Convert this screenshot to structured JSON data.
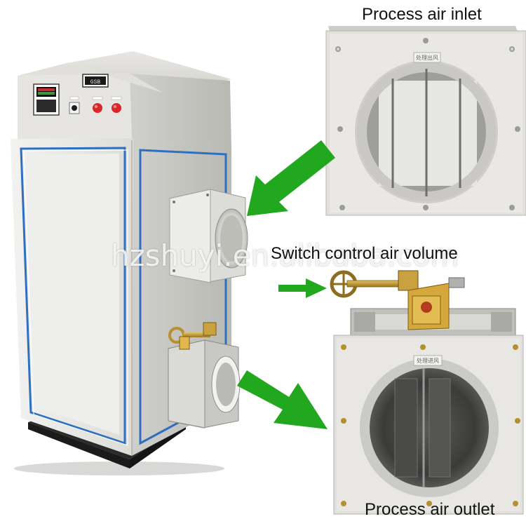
{
  "labels": {
    "process_air_inlet": "Process air inlet",
    "switch_control": "Switch control air volume",
    "process_air_outlet": "Process air outlet"
  },
  "watermark": "hzshuyi.en.alibaba.com",
  "panel": {
    "display_text": "GSB",
    "plate_text_inlet": "处理出风",
    "plate_text_outlet": "处理进风"
  },
  "colors": {
    "arrow_green": "#22a81e",
    "cabinet_white": "#e9e9e7",
    "cabinet_trim": "#2f6fc1",
    "button_red": "#d9262a",
    "panel_grey": "#d9d8d4",
    "brass": "#b8902f"
  },
  "icons": [
    "arrow-right-down-icon",
    "arrow-right-icon",
    "arrow-left-down-icon"
  ]
}
